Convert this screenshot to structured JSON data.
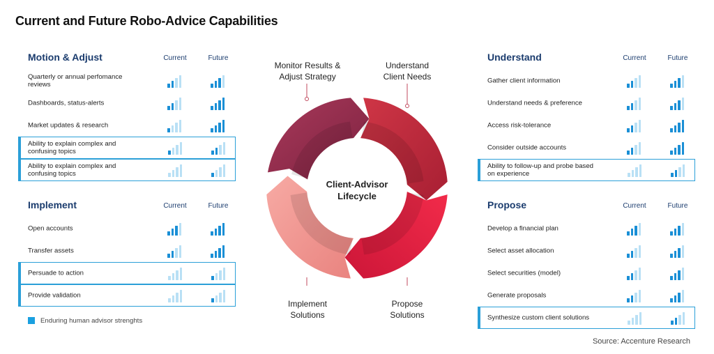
{
  "title": "Current and Future Robo-Advice Capabilities",
  "column_headers": {
    "current": "Current",
    "future": "Future"
  },
  "colors": {
    "bar_on": "#1a8fd6",
    "bar_off": "#b9e0f5",
    "highlight_border": "#2a9fd8",
    "heading": "#1b3c6e"
  },
  "panels": [
    {
      "id": "motion",
      "title": "Motion & Adjust",
      "rows": [
        {
          "label": "Quarterly or annual perfomance reviews",
          "current": 2,
          "future": 3,
          "highlight": false
        },
        {
          "label": "Dashboards, status-alerts",
          "current": 2,
          "future": 4,
          "highlight": false
        },
        {
          "label": "Market updates & research",
          "current": 1,
          "future": 4,
          "highlight": false
        },
        {
          "label": "Ability to explain complex and confusing topics",
          "current": 1,
          "future": 2,
          "highlight": true
        },
        {
          "label": "Ability to explain complex and confusing topics",
          "current": 0,
          "future": 1,
          "highlight": true
        }
      ]
    },
    {
      "id": "implement",
      "title": "Implement",
      "rows": [
        {
          "label": "Open accounts",
          "current": 3,
          "future": 4,
          "highlight": false
        },
        {
          "label": "Transfer assets",
          "current": 2,
          "future": 4,
          "highlight": false
        },
        {
          "label": "Persuade to action",
          "current": 0,
          "future": 1,
          "highlight": true
        },
        {
          "label": "Provide validation",
          "current": 0,
          "future": 1,
          "highlight": true
        }
      ]
    },
    {
      "id": "understand",
      "title": "Understand",
      "rows": [
        {
          "label": "Gather client information",
          "current": 2,
          "future": 3,
          "highlight": false
        },
        {
          "label": "Understand needs & preference",
          "current": 2,
          "future": 3,
          "highlight": false
        },
        {
          "label": "Access risk-tolerance",
          "current": 2,
          "future": 4,
          "highlight": false
        },
        {
          "label": "Consider outside accounts",
          "current": 2,
          "future": 4,
          "highlight": false
        },
        {
          "label": "Ability to follow-up and probe based on experience",
          "current": 0,
          "future": 2,
          "highlight": true
        }
      ]
    },
    {
      "id": "propose",
      "title": "Propose",
      "rows": [
        {
          "label": "Develop a financial plan",
          "current": 3,
          "future": 3,
          "highlight": false
        },
        {
          "label": "Select asset allocation",
          "current": 2,
          "future": 3,
          "highlight": false
        },
        {
          "label": "Select securities (model)",
          "current": 2,
          "future": 3,
          "highlight": false
        },
        {
          "label": "Generate proposals",
          "current": 2,
          "future": 3,
          "highlight": false
        },
        {
          "label": "Synthesize custom client solutions",
          "current": 0,
          "future": 2,
          "highlight": true
        }
      ]
    }
  ],
  "cycle": {
    "center_line1": "Client-Advisor",
    "center_line2": "Lifecycle",
    "stages": {
      "monitor": {
        "line1": "Monitor Results &",
        "line2": "Adjust Strategy",
        "color": "#962d4a"
      },
      "understand": {
        "line1": "Understand",
        "line2": "Client Needs",
        "color": "#c12a3c"
      },
      "propose": {
        "line1": "Propose",
        "line2": "Solutions",
        "color": "#e62446"
      },
      "implement": {
        "line1": "Implement",
        "line2": "Solutions",
        "color": "#f29a96"
      }
    }
  },
  "legend": "Enduring human advisor strenghts",
  "source": "Source: Accenture Research"
}
